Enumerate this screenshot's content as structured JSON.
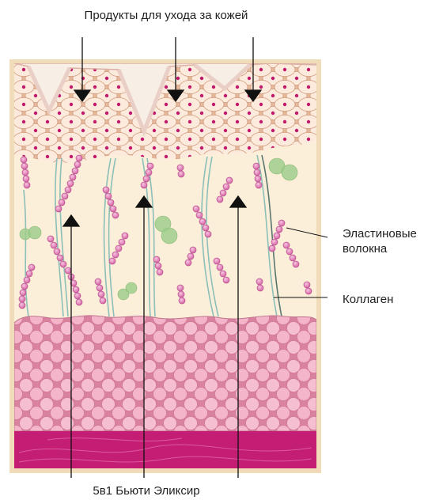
{
  "labels": {
    "top": "Продукты для ухода за кожей",
    "elastin": "Эластиновые\nволокна",
    "collagen": "Коллаген",
    "bottom": "5в1 Бьюти Эликсир"
  },
  "colors": {
    "frame": "#f0dcb8",
    "dermis": "#fcefd9",
    "epidermis_cells": "#ecbfa0",
    "cell_nucleus": "#c2186b",
    "elastin_bead": "#ee9cc8",
    "collagen_fiber": "#8bbfb8",
    "fat_cells": "#f5b8cc",
    "muscle": "#c31d74",
    "green_particles": "#9fce8d"
  }
}
